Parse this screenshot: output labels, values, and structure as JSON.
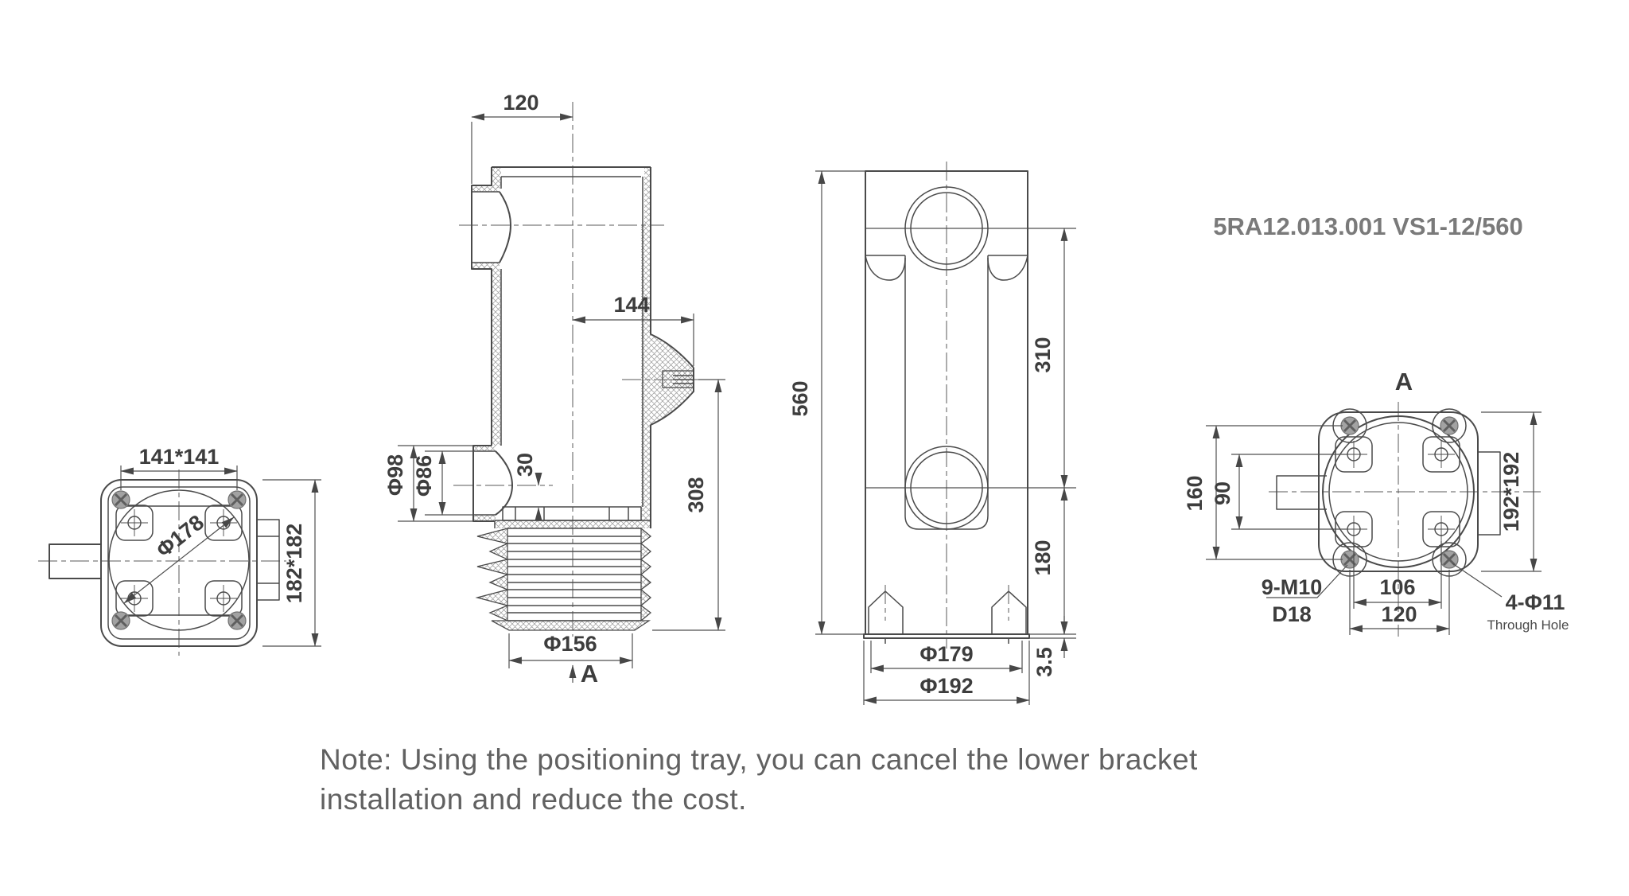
{
  "part_number": "5RA12.013.001 VS1-12/560",
  "note": {
    "line1": "Note: Using the positioning tray, you can cancel the lower bracket",
    "line2": "installation and reduce the cost."
  },
  "side_view": {
    "bolt_square": "141*141",
    "flange_square": "182*182",
    "circle_dia": "Φ178"
  },
  "section_view": {
    "top_offset": "120",
    "boss_offset": "144",
    "step": "30",
    "port_outer": "Φ98",
    "port_inner": "Φ86",
    "boss_height": "308",
    "base_dia": "Φ156",
    "marker": "A"
  },
  "front_view": {
    "total_height": "560",
    "upper_span": "310",
    "lower_span": "180",
    "plate_thickness": "3.5",
    "dia_inner": "Φ179",
    "dia_outer": "Φ192"
  },
  "view_a": {
    "label": "A",
    "bolt_height": "160",
    "hole_height": "90",
    "square": "192*192",
    "hole_width": "106",
    "bolt_width": "120",
    "tapped": "9-M10",
    "tapped_depth": "D18",
    "through": "4-Φ11",
    "through_note": "Through Hole"
  },
  "colors": {
    "line": "#4a4a4a",
    "dim_text": "#3d3d3d",
    "part_number_text": "#7a7a7a",
    "note_text": "#616161",
    "bolt_fill": "#a2a2a2"
  }
}
